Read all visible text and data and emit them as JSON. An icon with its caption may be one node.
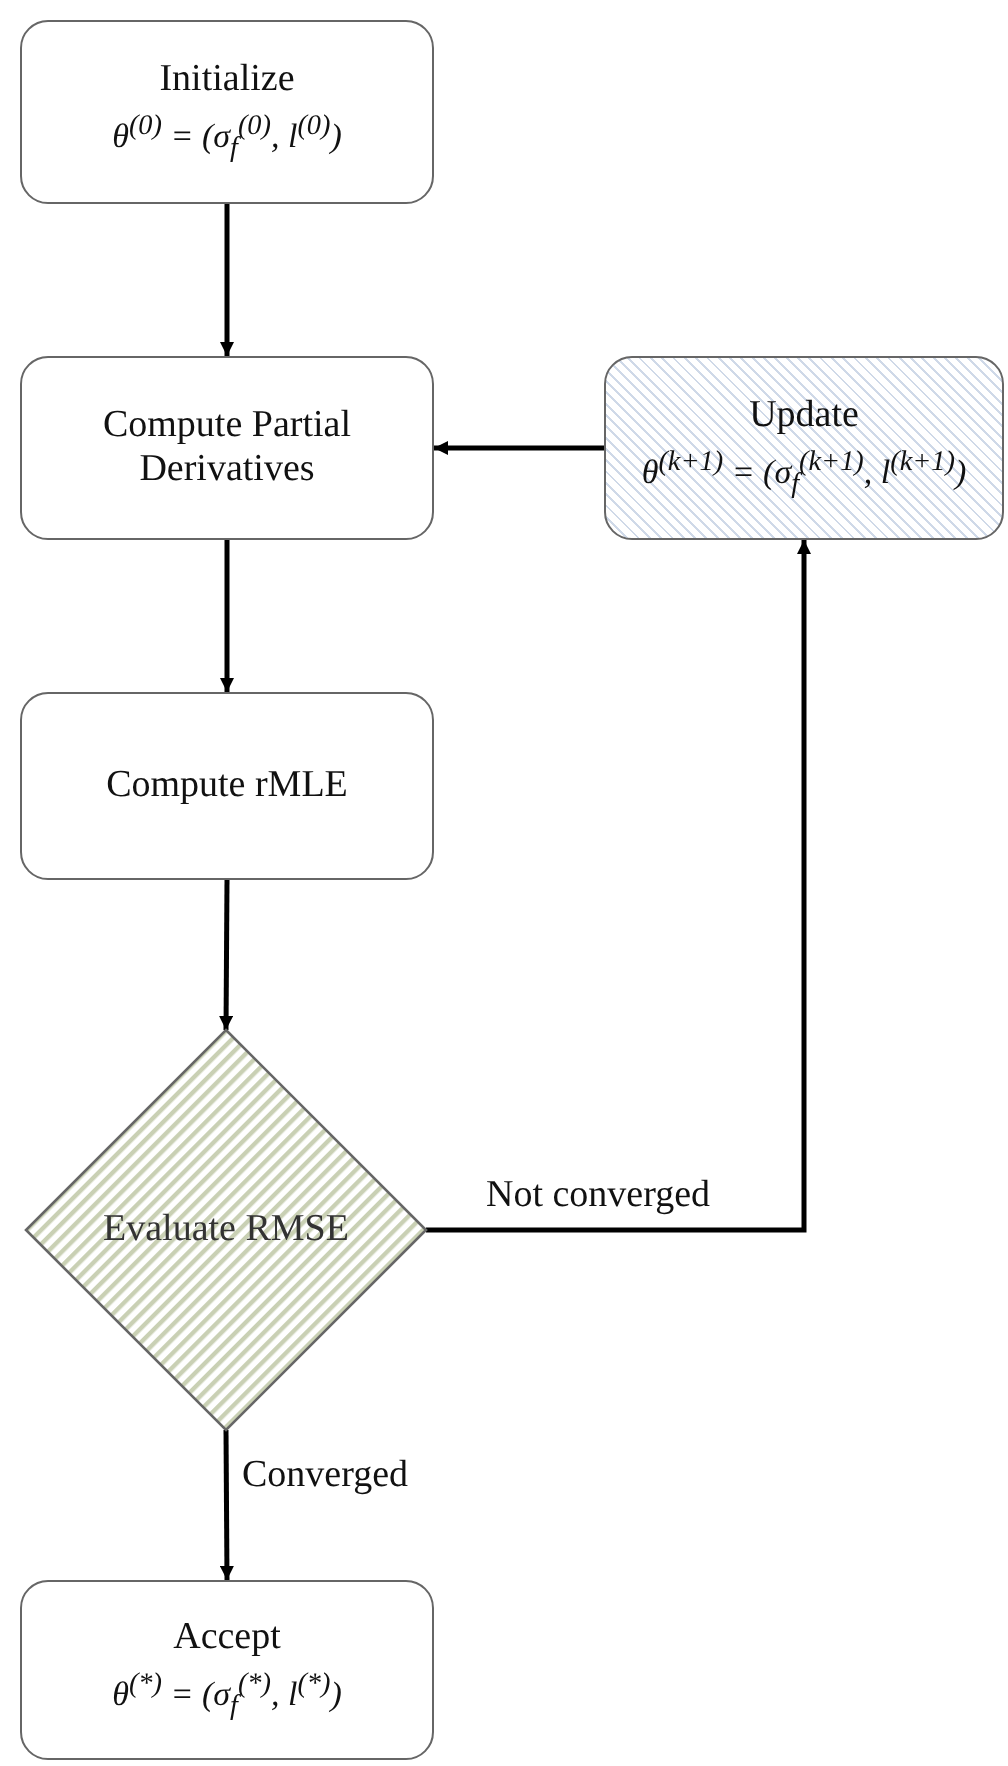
{
  "diagram": {
    "nodes": [
      {
        "text": [
          "Initialize",
          "θ$^{(0)}$ = (σ$_{f}$$^{(0)}$, l$^{(0)}$)"
        ]
      },
      {
        "text": [
          "Compute Partial Derivatives"
        ]
      },
      {
        "text": [
          "Update",
          "θ$^{(k+1)}$ = (σ$_{f}$$^{(k+1)}$, l$^{(k+1)}$)"
        ]
      },
      {
        "text": [
          "Compute rMLE"
        ]
      },
      {
        "text": [
          "Evaluate RMSE"
        ]
      },
      {
        "text": [
          "Accept",
          "θ$^{(*)}$ = (σ$_{f}$$^{(*)}$, l$^{(*)}$)"
        ]
      }
    ],
    "edges": [
      {
        "from": 0,
        "to": 1,
        "arrow": "to"
      },
      {
        "from": 2,
        "to": 1,
        "arrow": "to"
      },
      {
        "from": 1,
        "to": 3,
        "arrow": "to"
      },
      {
        "from": 3,
        "to": 4,
        "arrow": "to"
      },
      {
        "from": 4,
        "to": 2,
        "arrow": "to",
        "label": "Not converged"
      },
      {
        "from": 4,
        "to": 5,
        "arrow": "to",
        "label": "Converged"
      }
    ]
  }
}
